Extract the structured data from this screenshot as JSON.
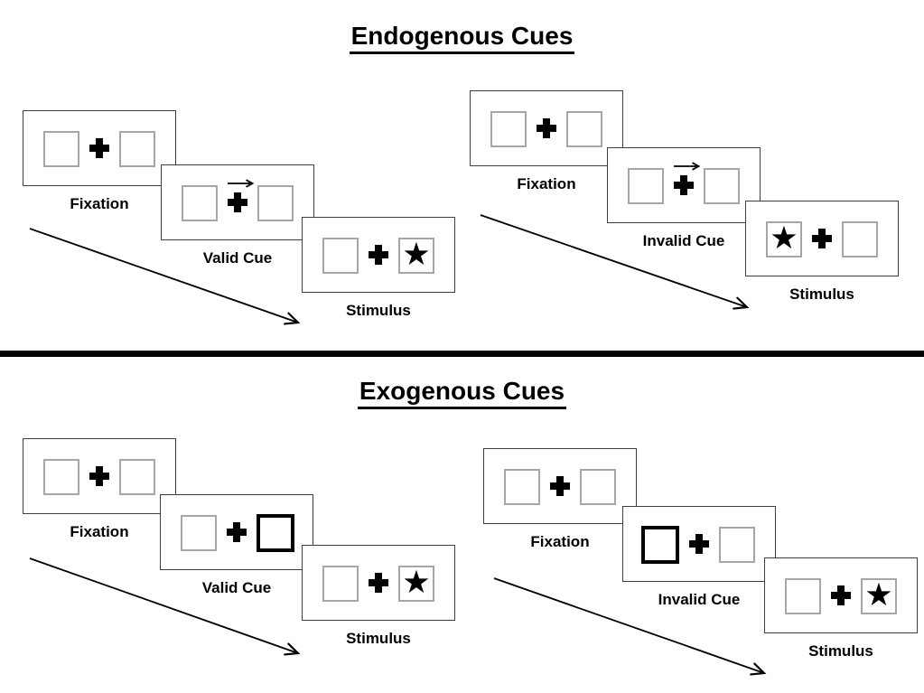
{
  "glyphs": {
    "star": "★"
  },
  "colors": {
    "ink": "#000000",
    "panel_border": "#3f3f3f",
    "box_border": "#a6a6a6",
    "cue_highlight_border": "#000000",
    "background": "#ffffff"
  },
  "sections": [
    {
      "title": "Endogenous Cues",
      "cue_type": "central-arrow",
      "sequences": [
        {
          "name": "valid-trial",
          "panels": [
            {
              "label": "Fixation",
              "left": "empty",
              "right": "empty",
              "center": "plus"
            },
            {
              "label": "Valid Cue",
              "left": "empty",
              "right": "empty",
              "center": "plus-with-right-arrow"
            },
            {
              "label": "Stimulus",
              "left": "empty",
              "right": "star",
              "center": "plus"
            }
          ]
        },
        {
          "name": "invalid-trial",
          "panels": [
            {
              "label": "Fixation",
              "left": "empty",
              "right": "empty",
              "center": "plus"
            },
            {
              "label": "Invalid Cue",
              "left": "empty",
              "right": "empty",
              "center": "plus-with-right-arrow"
            },
            {
              "label": "Stimulus",
              "left": "star",
              "right": "empty",
              "center": "plus"
            }
          ]
        }
      ]
    },
    {
      "title": "Exogenous Cues",
      "cue_type": "peripheral-box-highlight",
      "sequences": [
        {
          "name": "valid-trial",
          "panels": [
            {
              "label": "Fixation",
              "left": "empty",
              "right": "empty",
              "center": "plus"
            },
            {
              "label": "Valid Cue",
              "left": "empty",
              "right": "highlight",
              "center": "plus"
            },
            {
              "label": "Stimulus",
              "left": "empty",
              "right": "star",
              "center": "plus"
            }
          ]
        },
        {
          "name": "invalid-trial",
          "panels": [
            {
              "label": "Fixation",
              "left": "empty",
              "right": "empty",
              "center": "plus"
            },
            {
              "label": "Invalid Cue",
              "left": "highlight",
              "right": "empty",
              "center": "plus"
            },
            {
              "label": "Stimulus",
              "left": "empty",
              "right": "star",
              "center": "plus"
            }
          ]
        }
      ]
    }
  ]
}
